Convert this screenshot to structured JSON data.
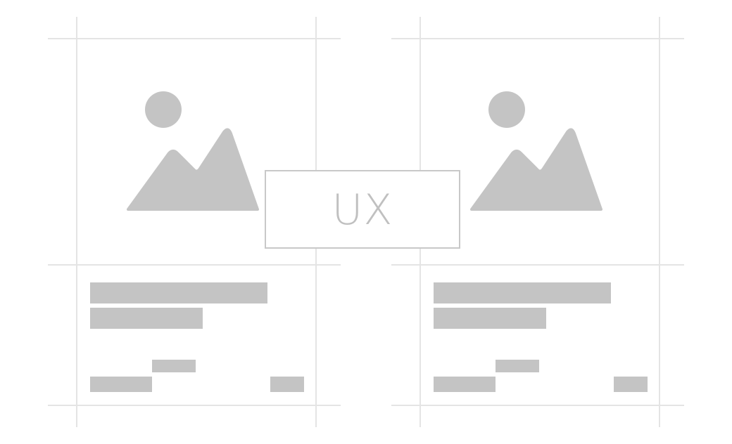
{
  "center_label": {
    "text": "UX"
  },
  "colors": {
    "background": "#ffffff",
    "guide_line": "#e4e4e4",
    "placeholder_fill": "#c4c4c4",
    "label_border": "#c8c8c8",
    "label_text": "#c0c0c0"
  },
  "cards": [
    {
      "id": "left",
      "image_icon": "image-placeholder-icon"
    },
    {
      "id": "right",
      "image_icon": "image-placeholder-icon"
    }
  ]
}
